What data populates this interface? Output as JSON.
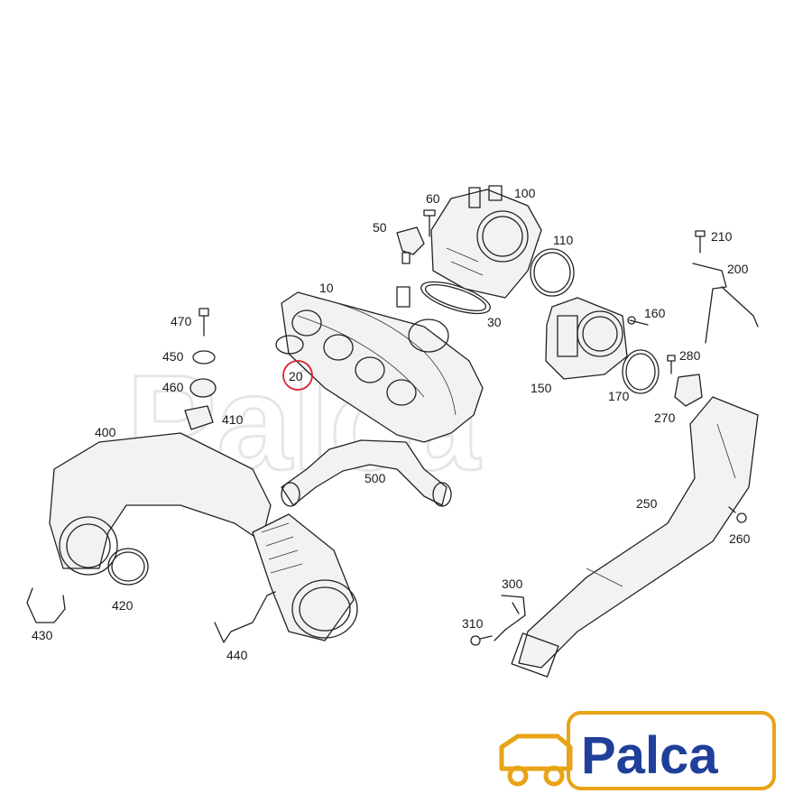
{
  "diagram": {
    "highlight_color": "#d9232e",
    "highlighted_part": "20",
    "callouts": [
      {
        "id": "c10",
        "label": "10"
      },
      {
        "id": "c20",
        "label": "20"
      },
      {
        "id": "c30",
        "label": "30"
      },
      {
        "id": "c50",
        "label": "50"
      },
      {
        "id": "c60",
        "label": "60"
      },
      {
        "id": "c100",
        "label": "100"
      },
      {
        "id": "c110",
        "label": "110"
      },
      {
        "id": "c150",
        "label": "150"
      },
      {
        "id": "c160",
        "label": "160"
      },
      {
        "id": "c170",
        "label": "170"
      },
      {
        "id": "c200",
        "label": "200"
      },
      {
        "id": "c210",
        "label": "210"
      },
      {
        "id": "c250",
        "label": "250"
      },
      {
        "id": "c260",
        "label": "260"
      },
      {
        "id": "c270",
        "label": "270"
      },
      {
        "id": "c280",
        "label": "280"
      },
      {
        "id": "c300",
        "label": "300"
      },
      {
        "id": "c310",
        "label": "310"
      },
      {
        "id": "c400",
        "label": "400"
      },
      {
        "id": "c410",
        "label": "410"
      },
      {
        "id": "c420",
        "label": "420"
      },
      {
        "id": "c430",
        "label": "430"
      },
      {
        "id": "c440",
        "label": "440"
      },
      {
        "id": "c450",
        "label": "450"
      },
      {
        "id": "c460",
        "label": "460"
      },
      {
        "id": "c470",
        "label": "470"
      },
      {
        "id": "c500",
        "label": "500"
      }
    ]
  },
  "watermark": {
    "text": "Palca",
    "color": "#e6e6e6"
  },
  "logo": {
    "text": "Palca",
    "text_color": "#1f3f9a",
    "frame_color": "#e8a317",
    "icon": "car-outline-icon"
  }
}
